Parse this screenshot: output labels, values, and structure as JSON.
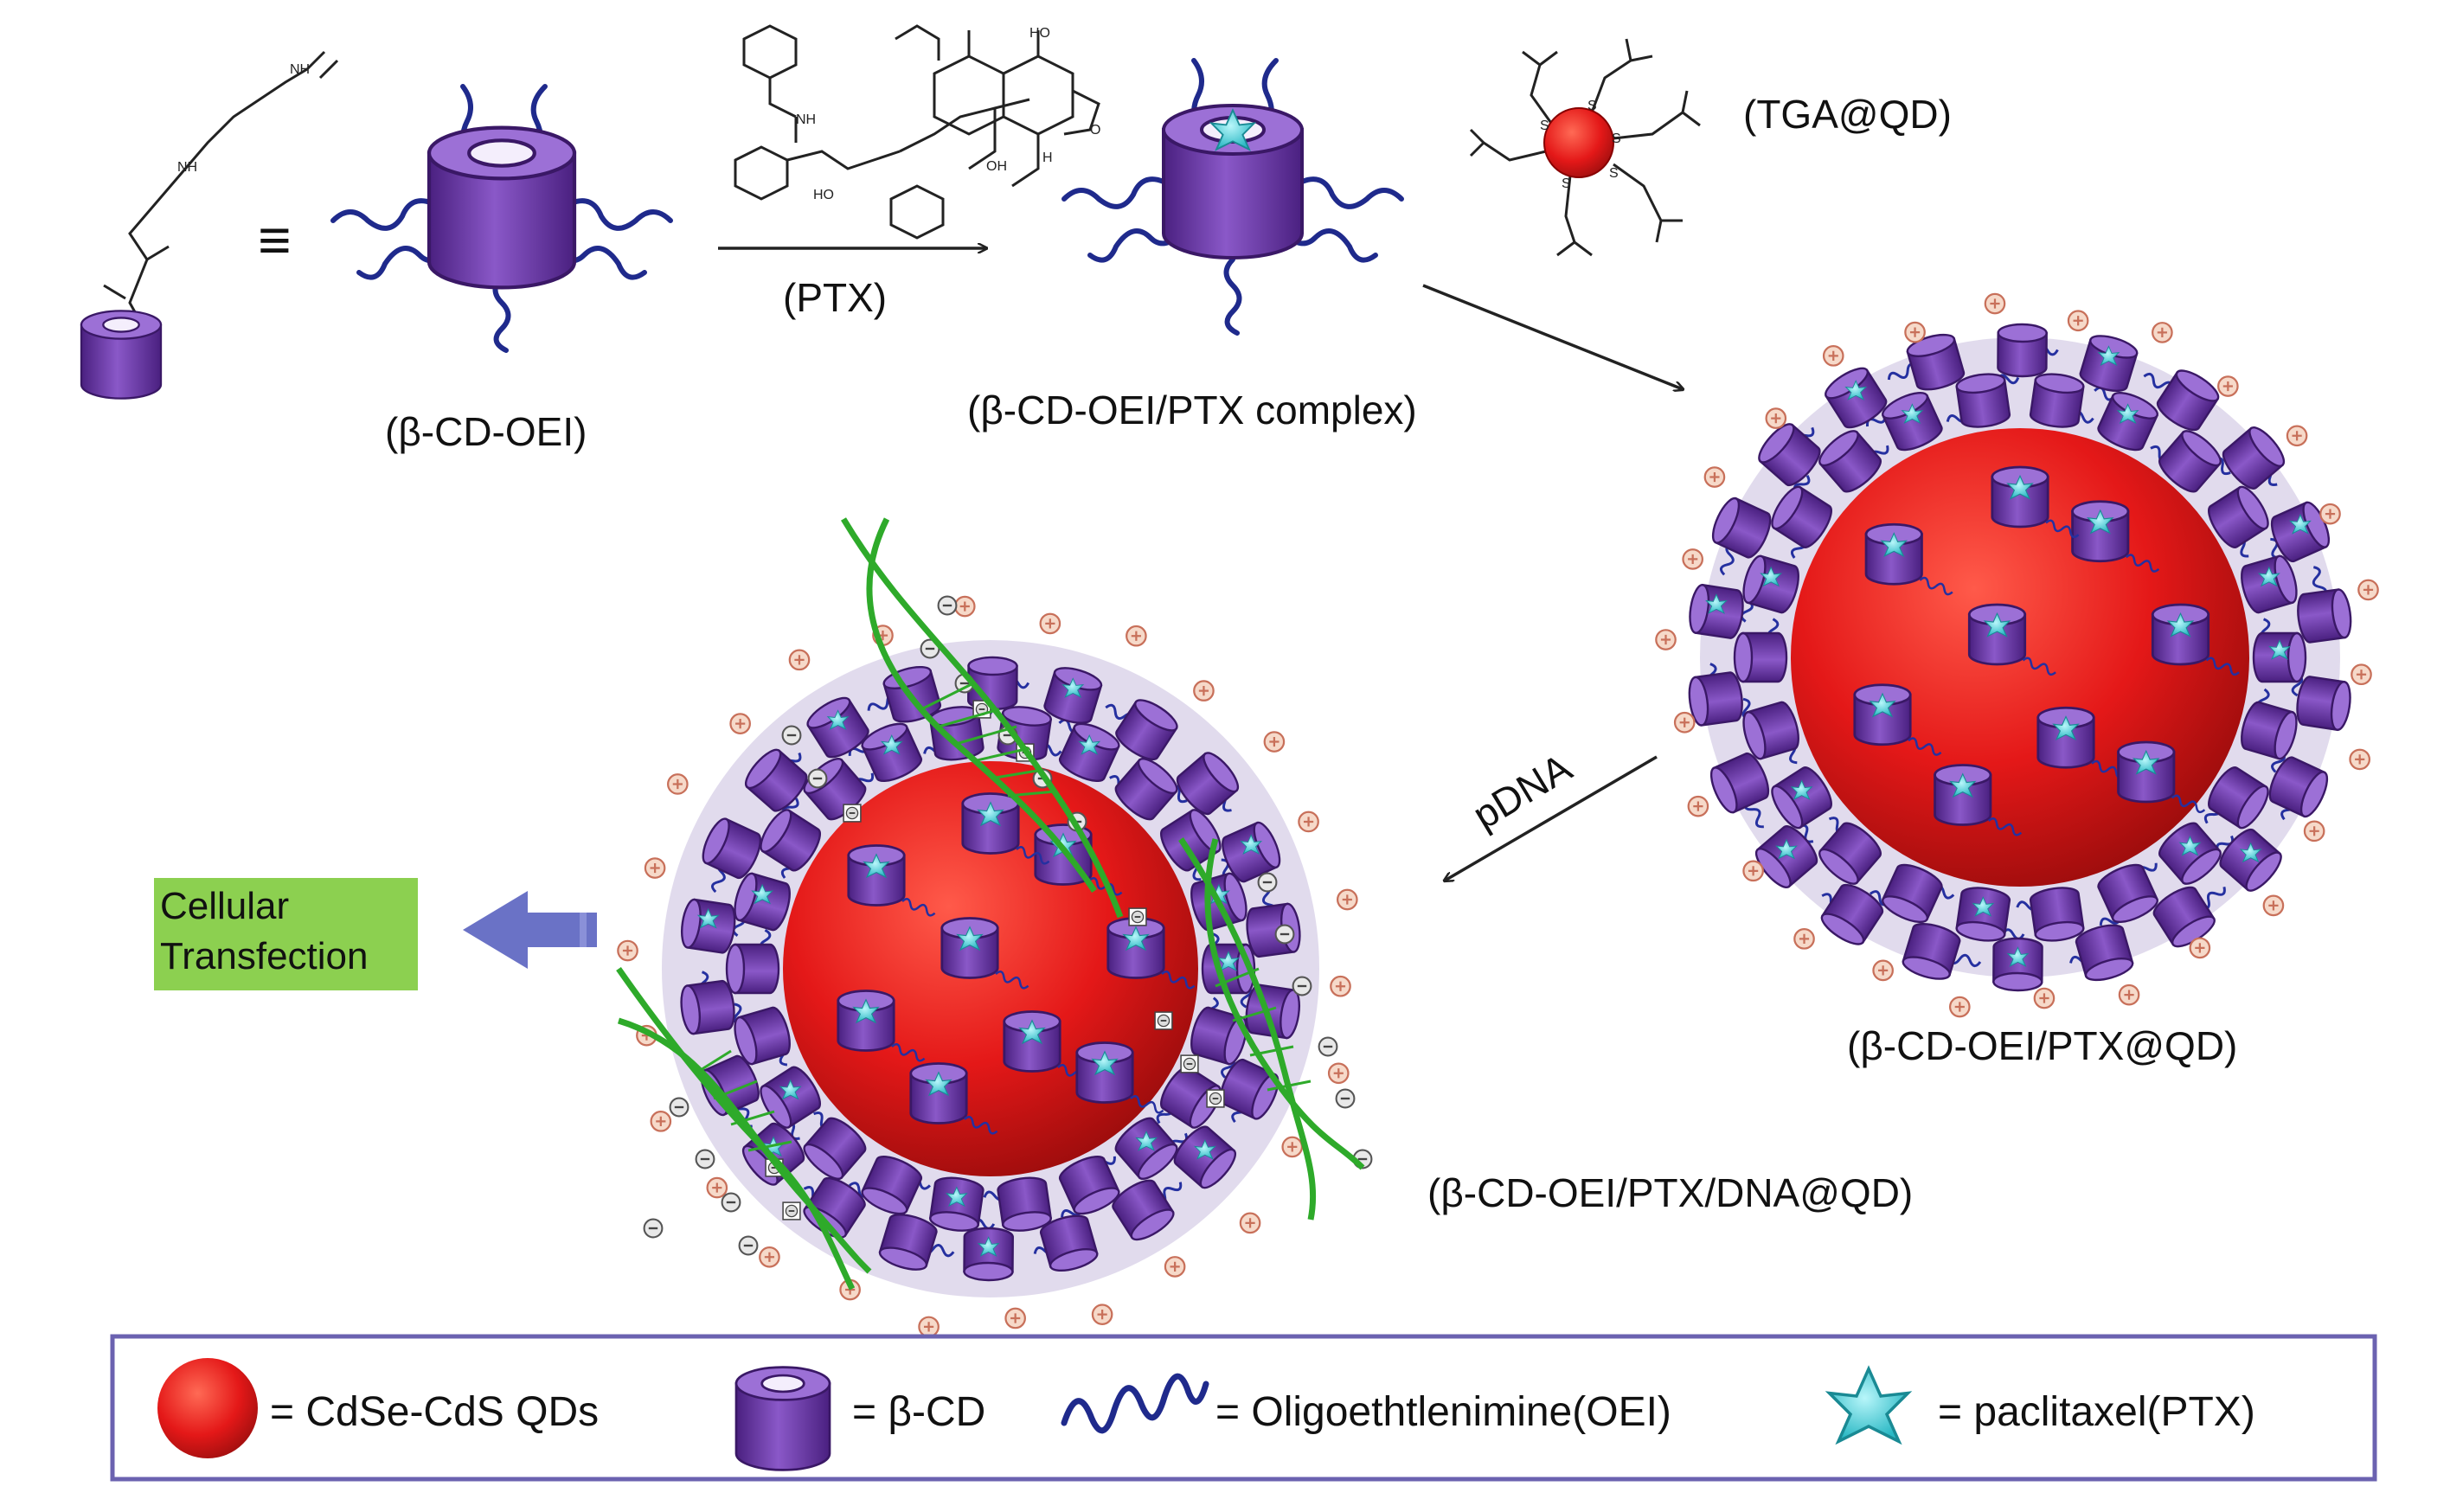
{
  "labels": {
    "cd_oei": "(β-CD-OEI)",
    "ptx": "(PTX)",
    "complex": "(β-CD-OEI/PTX complex)",
    "tga_qd": "(TGA@QD)",
    "ptx_qd": "(β-CD-OEI/PTX@QD)",
    "pdna": "pDNA",
    "dna_qd": "(β-CD-OEI/PTX/DNA@QD)",
    "cellular_line1": "Cellular",
    "cellular_line2": "Transfection",
    "equiv": "≡"
  },
  "legend": {
    "qd": "= CdSe-CdS QDs",
    "cd": "= β-CD",
    "oei": "= Oligoethtlenimine(OEI)",
    "ptx": "= paclitaxel(PTX)"
  },
  "chem_text": {
    "nh": "NH",
    "ho": "HO",
    "oh": "OH",
    "h": "H",
    "o": "O",
    "s": "S"
  },
  "colors": {
    "qd_red": "#e41818",
    "cd_purple": "#6a3aa6",
    "oei_blue": "#1f2a8c",
    "ptx_cyan": "#3fd0d8",
    "dna_green": "#2eaa2a",
    "cellular_box": "#8cd050",
    "arrow_blue": "#6a72c6",
    "legend_border": "#6b62b0"
  }
}
